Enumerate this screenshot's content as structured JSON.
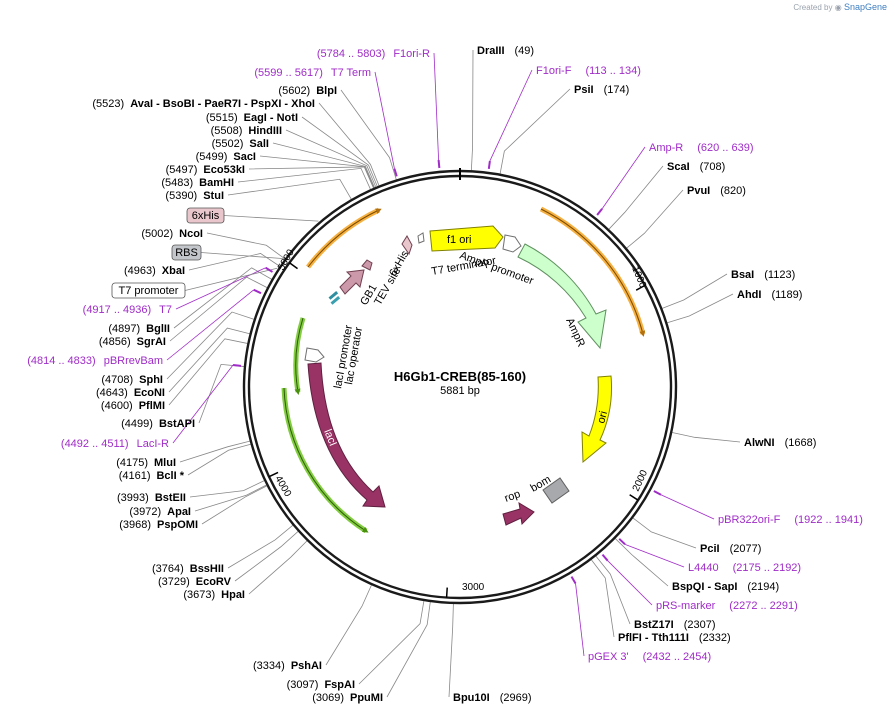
{
  "credit": {
    "text": "Created by",
    "brand": "SnapGene"
  },
  "plasmid": {
    "name": "H6Gb1-CREB(85-160)",
    "size": "5881 bp",
    "length": 5881
  },
  "ticks": [
    1000,
    2000,
    3000,
    4000,
    5000
  ],
  "sites": [
    {
      "id": "draiii",
      "name": "DraIII",
      "pos": "(49)",
      "bp": 49
    },
    {
      "id": "psii",
      "name": "PsiI",
      "pos": "(174)",
      "bp": 174
    },
    {
      "id": "scai",
      "name": "ScaI",
      "pos": "(708)",
      "bp": 708
    },
    {
      "id": "pvui",
      "name": "PvuI",
      "pos": "(820)",
      "bp": 820
    },
    {
      "id": "bsai",
      "name": "BsaI",
      "pos": "(1123)",
      "bp": 1123
    },
    {
      "id": "ahdi",
      "name": "AhdI",
      "pos": "(1189)",
      "bp": 1189
    },
    {
      "id": "alwni",
      "name": "AlwNI",
      "pos": "(1668)",
      "bp": 1668
    },
    {
      "id": "pcii",
      "name": "PciI",
      "pos": "(2077)",
      "bp": 2077
    },
    {
      "id": "bspqi",
      "name": "BspQI  - SapI",
      "pos": "(2194)",
      "bp": 2194
    },
    {
      "id": "bstz17i",
      "name": "BstZ17I",
      "pos": "(2307)",
      "bp": 2307
    },
    {
      "id": "pflfi",
      "name": "PflFI  - Tth111I",
      "pos": "(2332)",
      "bp": 2332
    },
    {
      "id": "bpu10i",
      "name": "Bpu10I",
      "pos": "(2969)",
      "bp": 2969
    },
    {
      "id": "ppumi",
      "name": "PpuMI",
      "pos": "(3069)",
      "bp": 3069
    },
    {
      "id": "fspai",
      "name": "FspAI",
      "pos": "(3097)",
      "bp": 3097
    },
    {
      "id": "pshai",
      "name": "PshAI",
      "pos": "(3334)",
      "bp": 3334
    },
    {
      "id": "hpai",
      "name": "HpaI",
      "pos": "(3673)",
      "bp": 3673
    },
    {
      "id": "ecorv",
      "name": "EcoRV",
      "pos": "(3729)",
      "bp": 3729
    },
    {
      "id": "bsshii",
      "name": "BssHII",
      "pos": "(3764)",
      "bp": 3764
    },
    {
      "id": "pspomi",
      "name": "PspOMI",
      "pos": "(3968)",
      "bp": 3968
    },
    {
      "id": "apai",
      "name": "ApaI",
      "pos": "(3972)",
      "bp": 3972
    },
    {
      "id": "bsteii",
      "name": "BstEII",
      "pos": "(3993)",
      "bp": 3993
    },
    {
      "id": "bcli",
      "name": "BclI *",
      "pos": "(4161)",
      "bp": 4161
    },
    {
      "id": "mlui",
      "name": "MluI",
      "pos": "(4175)",
      "bp": 4175
    },
    {
      "id": "bstapi",
      "name": "BstAPI",
      "pos": "(4499)",
      "bp": 4499
    },
    {
      "id": "pflmi",
      "name": "PflMI",
      "pos": "(4600)",
      "bp": 4600
    },
    {
      "id": "econi",
      "name": "EcoNI",
      "pos": "(4643)",
      "bp": 4643
    },
    {
      "id": "sphi",
      "name": "SphI",
      "pos": "(4708)",
      "bp": 4708
    },
    {
      "id": "sgrai",
      "name": "SgrAI",
      "pos": "(4856)",
      "bp": 4856
    },
    {
      "id": "bglii",
      "name": "BglII",
      "pos": "(4897)",
      "bp": 4897
    },
    {
      "id": "xbai",
      "name": "XbaI",
      "pos": "(4963)",
      "bp": 4963
    },
    {
      "id": "ncoi",
      "name": "NcoI",
      "pos": "(5002)",
      "bp": 5002
    },
    {
      "id": "stui",
      "name": "StuI",
      "pos": "(5390)",
      "bp": 5390
    },
    {
      "id": "bamhi",
      "name": "BamHI",
      "pos": "(5483)",
      "bp": 5483
    },
    {
      "id": "eco53ki",
      "name": "Eco53kI",
      "pos": "(5497)",
      "bp": 5497
    },
    {
      "id": "saci",
      "name": "SacI",
      "pos": "(5499)",
      "bp": 5499
    },
    {
      "id": "sali",
      "name": "SalI",
      "pos": "(5502)",
      "bp": 5502
    },
    {
      "id": "hindiii",
      "name": "HindIII",
      "pos": "(5508)",
      "bp": 5508
    },
    {
      "id": "eagi",
      "name": "EagI  - NotI",
      "pos": "(5515)",
      "bp": 5515
    },
    {
      "id": "avai",
      "name": "AvaI  - BsoBI  - PaeR7I  - PspXI  - XhoI",
      "pos": "(5523)",
      "bp": 5523
    },
    {
      "id": "blpi",
      "name": "BlpI",
      "pos": "(5602)",
      "bp": 5602
    }
  ],
  "primers": [
    {
      "id": "f1ori-r",
      "name": "F1ori-R",
      "range": "(5784 .. 5803)",
      "bp": 5793
    },
    {
      "id": "t7-term",
      "name": "T7 Term",
      "range": "(5599 .. 5617)",
      "bp": 5608
    },
    {
      "id": "f1ori-f",
      "name": "F1ori-F",
      "range": "(113 .. 134)",
      "bp": 123
    },
    {
      "id": "amp-r",
      "name": "Amp-R",
      "range": "(620 .. 639)",
      "bp": 630
    },
    {
      "id": "pbr322ori-f",
      "name": "pBR322ori-F",
      "range": "(1922 .. 1941)",
      "bp": 1931
    },
    {
      "id": "l4440",
      "name": "L4440",
      "range": "(2175 .. 2192)",
      "bp": 2183
    },
    {
      "id": "prs-marker",
      "name": "pRS-marker",
      "range": "(2272 .. 2291)",
      "bp": 2281
    },
    {
      "id": "pgex3",
      "name": "pGEX 3'",
      "range": "(2432 .. 2454)",
      "bp": 2443
    },
    {
      "id": "t7",
      "name": "T7",
      "range": "(4917 .. 4936)",
      "bp": 4926
    },
    {
      "id": "pbrrevbam",
      "name": "pBRrevBam",
      "range": "(4814 .. 4833)",
      "bp": 4823
    },
    {
      "id": "laci-r",
      "name": "LacI-R",
      "range": "(4492 .. 4511)",
      "bp": 4501
    }
  ],
  "boxes": [
    {
      "id": "6xhis",
      "name": "6xHis",
      "fill": "#e8c6cc",
      "bp": 5220
    },
    {
      "id": "rbs",
      "name": "RBS",
      "fill": "#c3c6ca",
      "bp": 5000
    },
    {
      "id": "t7-promoter",
      "name": "T7 promoter",
      "fill": "#ffffff",
      "bp": 4950
    }
  ],
  "features": [
    {
      "id": "f1-ori",
      "name": "f1 ori",
      "fill": "#ffff00",
      "stroke": "#808000"
    },
    {
      "id": "ampr-promoter",
      "name": "AmpR promoter",
      "fill": "#ffffff",
      "stroke": "#707070"
    },
    {
      "id": "ampr",
      "name": "AmpR",
      "fill": "#ccffcc",
      "stroke": "#609060"
    },
    {
      "id": "ori",
      "name": "ori",
      "fill": "#ffff00",
      "stroke": "#808000"
    },
    {
      "id": "bom",
      "name": "bom",
      "fill": "#a7a9ac",
      "stroke": "#606060"
    },
    {
      "id": "rop",
      "name": "rop",
      "fill": "#993366",
      "stroke": "#602040"
    },
    {
      "id": "laci",
      "name": "lacI",
      "fill": "#993366",
      "stroke": "#602040"
    },
    {
      "id": "laci-promoter",
      "name": "lacI promoter",
      "fill": "#ffffff",
      "stroke": "#707070"
    },
    {
      "id": "lac-operator",
      "name": "lac operator",
      "fill": "#ffffff",
      "stroke": "#707070"
    },
    {
      "id": "gb1",
      "name": "GB1",
      "fill": "#cc99aa",
      "stroke": "#704050"
    },
    {
      "id": "tev-site",
      "name": "TEV site",
      "fill": "#ffffff",
      "stroke": "#707070"
    },
    {
      "id": "6xhis-feat",
      "name": "6xHis",
      "fill": "#e8c6cc",
      "stroke": "#704050"
    },
    {
      "id": "t7-terminator",
      "name": "T7 terminator",
      "fill": "#ffffff",
      "stroke": "#707070"
    }
  ],
  "colors": {
    "primer": "#a02cc8",
    "orange_arc": "#f3a21f",
    "green_arc": "#6cc31e",
    "backbone": "#1a1a1a"
  }
}
